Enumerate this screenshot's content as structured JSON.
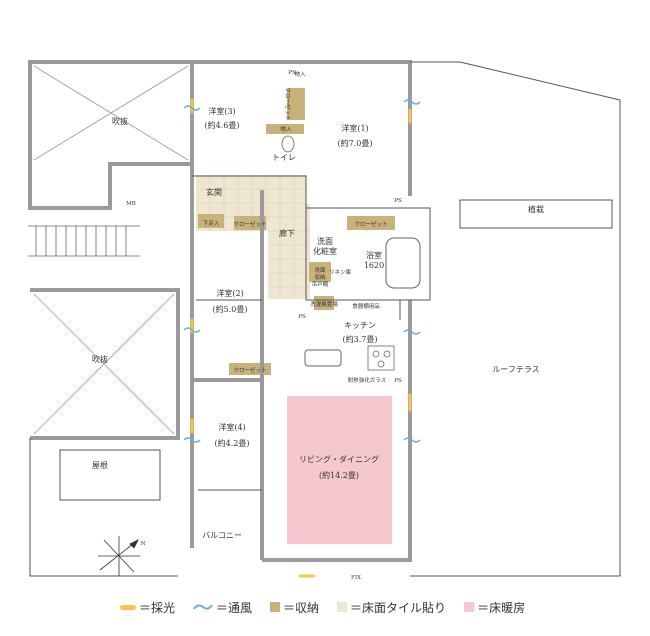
{
  "rooms": {
    "western3": {
      "name": "洋室(3)",
      "size": "(約4.6畳)"
    },
    "western1": {
      "name": "洋室(1)",
      "size": "(約7.0畳)"
    },
    "western2": {
      "name": "洋室(2)",
      "size": "(約5.0畳)"
    },
    "western4": {
      "name": "洋室(4)",
      "size": "(約4.2畳)"
    },
    "kitchen": {
      "name": "キッチン",
      "size": "(約3.7畳)"
    },
    "living": {
      "name": "リビング・ダイニング",
      "size": "(約14.2畳)"
    },
    "bath": {
      "name": "浴室",
      "size": "1620"
    },
    "washroom": {
      "name_line1": "洗面",
      "name_line2": "化粧室"
    },
    "toilet": "トイレ",
    "entrance": "玄関",
    "hallway": "廊下",
    "void_top": "吹抜",
    "void_bottom": "吹抜",
    "roof": "屋根",
    "balcony": "バルコニー",
    "roof_terrace": "ルーフテラス",
    "planting": "植栽"
  },
  "storage": {
    "closet_w3": "クローゼット",
    "closet_w1": "クローゼット",
    "closet_entry": "クローゼット",
    "closet_w2": "クローゼット",
    "shoe": "下足入",
    "storage_top": "物入",
    "storage_hall": "物入",
    "pantry": "吊戸棚",
    "linen": "リネン庫",
    "wash_storage_l1": "洗面",
    "wash_storage_l2": "収納",
    "dish_shelf": "食器棚用品",
    "fire_glass": "耐熱強化ガラス",
    "lg_storage": "洗濯機置場"
  },
  "marks": {
    "mb": "MB",
    "ps1": "PS",
    "ps2": "PS",
    "ps3": "PS",
    "ps4": "PS",
    "fix": "FIX",
    "compass": "N"
  },
  "legend": {
    "light": "＝採光",
    "wind": "＝通風",
    "storage": "＝収納",
    "tile": "＝床面タイル貼り",
    "floor_heating": "＝床暖房"
  },
  "colors": {
    "light": "#f6c54a",
    "wind": "#6aaedb",
    "storage": "#c9b27a",
    "tile": "#efe6cf",
    "floor_heating": "#f5c8cf",
    "wall": "#9a9a9a"
  }
}
